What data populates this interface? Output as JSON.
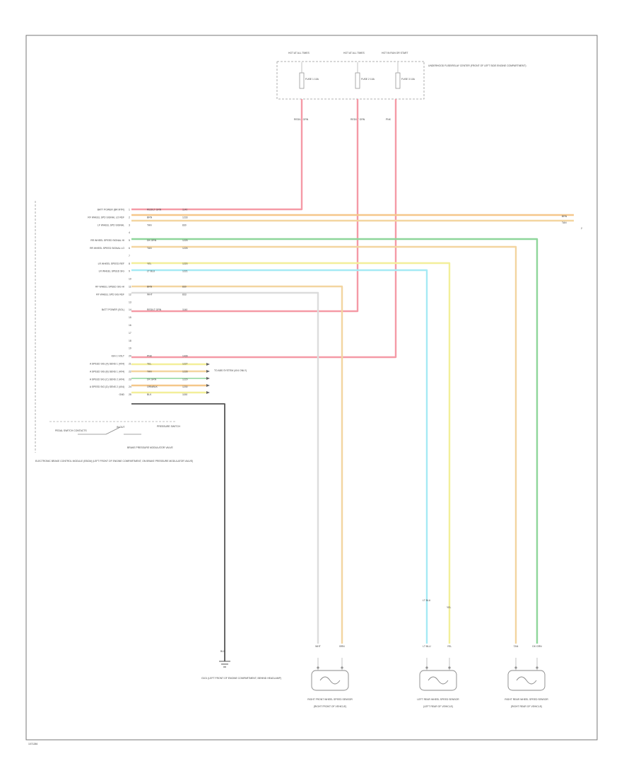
{
  "header_fuses": [
    {
      "label": "HOT AT ALL TIMES",
      "fuse": "FUSE 1 10A",
      "wire": "RED/LT GRN"
    },
    {
      "label": "HOT AT ALL TIMES",
      "fuse": "FUSE 2 10A",
      "wire": "RED/LT GRN"
    },
    {
      "label": "HOT IN RUN OR START",
      "fuse": "FUSE 3 10A",
      "wire": "PNK"
    }
  ],
  "fuse_block_label": "UNDERHOOD FUSE/RELAY CENTER (FRONT OF LEFT SIDE ENGINE COMPARTMENT)",
  "module_pins": [
    {
      "pin": "1",
      "desc": "BATT POWER (BR MTR)",
      "color": "RED/LT GRN",
      "code": "1140"
    },
    {
      "pin": "2",
      "desc": "RF WHEEL SPD SIGNAL LO REF",
      "color": "BRN",
      "code": "1233"
    },
    {
      "pin": "3",
      "desc": "LF WHEEL SPD SIGNAL",
      "color": "TAN",
      "code": "830"
    },
    {
      "pin": "4",
      "desc": "",
      "color": "",
      "code": ""
    },
    {
      "pin": "5",
      "desc": "RR WHEEL SPEED SIGNAL HI",
      "color": "DK GRN",
      "code": "1225"
    },
    {
      "pin": "6",
      "desc": "RR WHEEL SPEED SIGNAL LO",
      "color": "TAN",
      "code": "1226"
    },
    {
      "pin": "7",
      "desc": "",
      "color": "",
      "code": ""
    },
    {
      "pin": "8",
      "desc": "LR WHEEL SPEED REF",
      "color": "YEL",
      "code": "1220"
    },
    {
      "pin": "9",
      "desc": "LR WHEEL SPEED SIG",
      "color": "LT BLU",
      "code": "1221"
    },
    {
      "pin": "10",
      "desc": "",
      "color": "",
      "code": ""
    },
    {
      "pin": "11",
      "desc": "RF WHEEL SPEED SIG HI",
      "color": "BRN",
      "code": "830"
    },
    {
      "pin": "12",
      "desc": "RF WHEEL SPD SIG REF",
      "color": "WHT",
      "code": "833"
    },
    {
      "pin": "13",
      "desc": "",
      "color": "",
      "code": ""
    },
    {
      "pin": "14",
      "desc": "BATT POWER (SOL)",
      "color": "RED/LT GRN",
      "code": "1140"
    },
    {
      "pin": "15",
      "desc": "",
      "color": "",
      "code": ""
    },
    {
      "pin": "16",
      "desc": "",
      "color": "",
      "code": ""
    },
    {
      "pin": "17",
      "desc": "",
      "color": "",
      "code": ""
    },
    {
      "pin": "18",
      "desc": "",
      "color": "",
      "code": ""
    },
    {
      "pin": "19",
      "desc": "",
      "color": "",
      "code": ""
    },
    {
      "pin": "20",
      "desc": "IGN 1 VOLT",
      "color": "PNK",
      "code": "1439"
    },
    {
      "pin": "21",
      "desc": "A SPEED SIG (A) SENS 1 (4X4)",
      "color": "YEL",
      "code": "1227"
    },
    {
      "pin": "22",
      "desc": "A SPEED SIG (B) SENS 1 (4X4)",
      "color": "TAN",
      "code": "1228"
    },
    {
      "pin": "23",
      "desc": "A SPEED SIG (C) SENS 2 (4X4)",
      "color": "DK GRN",
      "code": "1229"
    },
    {
      "pin": "24",
      "desc": "A SPEED SIG (D) SENS 2 (4X4)",
      "color": "ORN/BLK",
      "code": "1230"
    },
    {
      "pin": "25",
      "desc": "GND",
      "color": "BLK",
      "code": "1150"
    }
  ],
  "right_labels": {
    "brn": "BRN",
    "tan": "TAN"
  },
  "right_note": "2",
  "pin21_note": "TO ABS SYSTEM (4X4 ONLY)",
  "switch_labels": {
    "left": "PEDAL SWITCH CONTACTS",
    "mid": "IN  OUT",
    "right": "PRESSURE SWITCH",
    "bottom": "BRAKE PRESSURE MODULATOR VALVE"
  },
  "ebcm_label": "ELECTRONIC BRAKE CONTROL MODULE (EBCM) (LEFT FRONT OF ENGINE COMPARTMENT, ON BRAKE PRESSURE MODULATOR VALVE)",
  "ground_label": "G101 (LEFT FRONT OF ENGINE COMPARTMENT, BEHIND HEADLAMP)",
  "sensors": [
    {
      "name": "RIGHT FRONT WHEEL SPEED SENSOR",
      "loc": "(RIGHT FRONT OF VEHICLE)",
      "wire_a": "WHT",
      "wire_b": "BRN"
    },
    {
      "name": "LEFT REAR WHEEL SPEED SENSOR",
      "loc": "(LEFT REAR OF VEHICLE)",
      "wire_a": "LT BLU",
      "wire_b": "YEL"
    },
    {
      "name": "RIGHT REAR WHEEL SPEED SENSOR",
      "loc": "(RIGHT REAR OF VEHICLE)",
      "wire_a": "TAN",
      "wire_b": "DK GRN"
    }
  ],
  "lower_wire_labels": {
    "lt_blu": "LT BLU",
    "yel": "YEL",
    "ground": "BLK"
  },
  "footer_code": "1071286",
  "colors": {
    "red_wire": "#f59aa6",
    "orange_wire": "#f5c78a",
    "tan_wire": "#f3d5a0",
    "green_wire": "#8ed69a",
    "yellow_wire": "#f3ef9a",
    "blue_wire": "#a6eaf5",
    "white_wire": "#dcdcdc",
    "black_wire": "#555555"
  }
}
